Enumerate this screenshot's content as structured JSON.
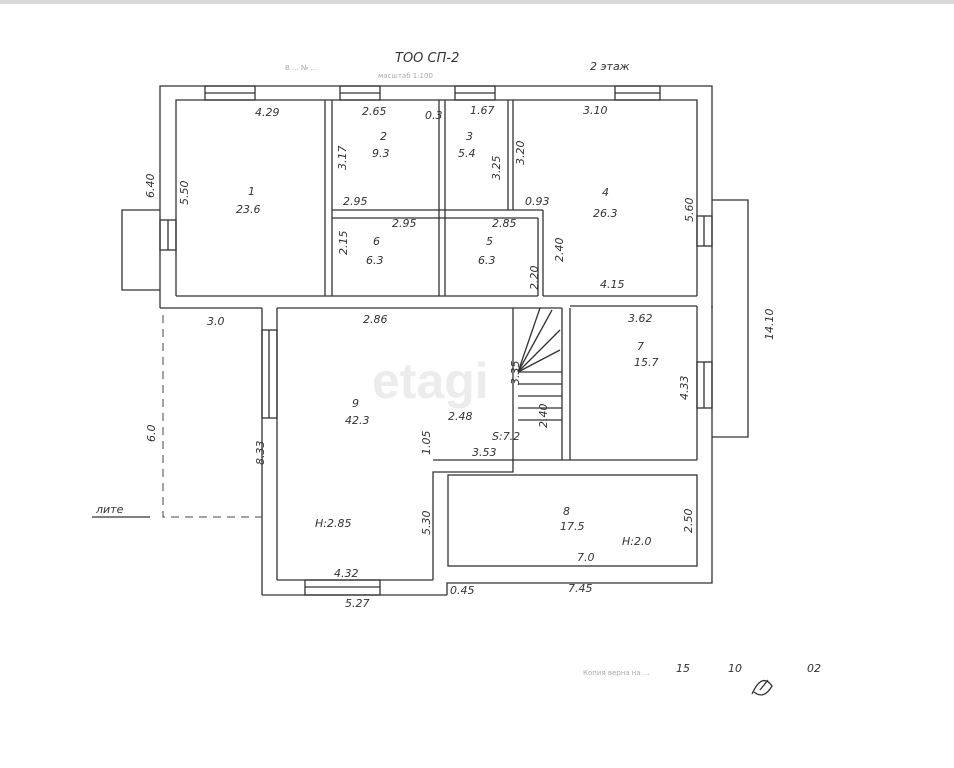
{
  "header": {
    "org": "ТОО СП-2",
    "floor": "2 этаж",
    "faint_line1": "В ... № ...",
    "faint_line2": "масштаб 1:100"
  },
  "watermark": "etagi",
  "rooms": [
    {
      "number": "1",
      "area": "23.6"
    },
    {
      "number": "2",
      "area": "9.3"
    },
    {
      "number": "3",
      "area": "5.4"
    },
    {
      "number": "4",
      "area": "26.3"
    },
    {
      "number": "5",
      "area": "6.3"
    },
    {
      "number": "6",
      "area": "6.3"
    },
    {
      "number": "7",
      "area": "15.7"
    },
    {
      "number": "8",
      "area": "17.5"
    },
    {
      "number": "9",
      "area": "42.3"
    }
  ],
  "dimensions": {
    "d429": "4.29",
    "d265": "2.65",
    "d03": "0.3",
    "d167": "1.67",
    "d310": "3.10",
    "d640": "6.40",
    "d550": "5.50",
    "d317": "3.17",
    "d325": "3.25",
    "d320": "3.20",
    "d295a": "2.95",
    "d295b": "2.95",
    "d285": "2.85",
    "d093": "0.93",
    "d560": "5.60",
    "d215": "2.15",
    "d240a": "2.40",
    "d220": "2.20",
    "d415": "4.15",
    "d1410": "14.10",
    "d30": "3.0",
    "d286": "2.86",
    "d362": "3.62",
    "d335": "3.35",
    "d433": "4.33",
    "d60": "6.0",
    "d248": "2.48",
    "d240b": "2.40",
    "d105": "1.05",
    "d353": "3.53",
    "d833": "8.33",
    "d530": "5.30",
    "d250": "2.50",
    "d432": "4.32",
    "d527": "5.27",
    "d045": "0.45",
    "d745": "7.45",
    "d70": "7.0"
  },
  "notes": {
    "stair_area": "S:7.2",
    "height9": "H:2.85",
    "height8": "H:2.0",
    "lite": "лите"
  },
  "stamp": {
    "day": "15",
    "month": "10",
    "year": "02",
    "faint_text": "Копия верна на ..."
  }
}
